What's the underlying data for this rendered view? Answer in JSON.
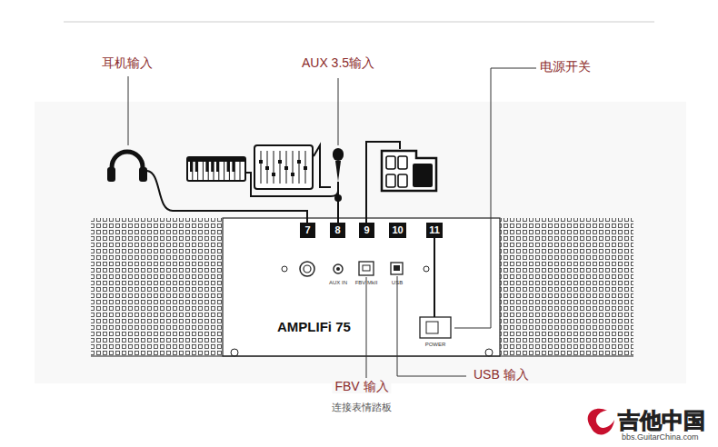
{
  "diagram": {
    "nodes": [
      {
        "text": [
          "7"
        ]
      },
      {
        "text": [
          "8"
        ]
      },
      {
        "text": [
          "9"
        ]
      },
      {
        "text": [
          "10"
        ]
      },
      {
        "text": [
          "11"
        ]
      }
    ],
    "labels": [
      "耳机输入",
      "AUX 3.5输入",
      "电源开关",
      "AMPLIFi 75",
      "FBV 输入",
      "连接表情踏板",
      "USB 输入",
      "AUX IN",
      "FBV MkII",
      "USB",
      "POWER",
      "吉他中国",
      "bbs.GuitarChina.com"
    ]
  }
}
